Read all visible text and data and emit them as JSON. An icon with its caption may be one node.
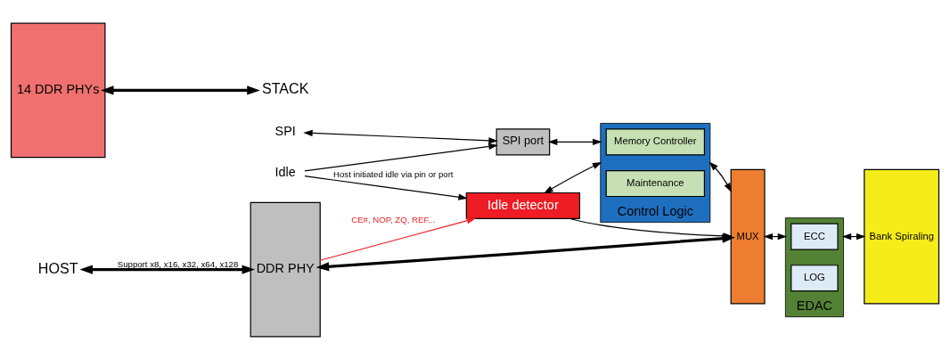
{
  "diagram": {
    "nodes": [
      {
        "text": [
          "Idle"
        ]
      },
      {
        "text": [
          "SPI"
        ]
      },
      {
        "text": [
          "SPI port"
        ]
      },
      {
        "text": [
          "Idle detector"
        ]
      },
      {
        "text": [
          "HOST"
        ]
      },
      {
        "text": [
          "DDR PHY"
        ]
      },
      {
        "text": [
          "Control Logic"
        ]
      },
      {
        "text": [
          "Memory Controller"
        ],
        "in": 6
      },
      {
        "text": [
          "Maintenance"
        ],
        "in": 6
      },
      {
        "text": [
          "MUX"
        ]
      },
      {
        "text": [
          "EDAC"
        ]
      },
      {
        "text": [
          "ECC"
        ],
        "in": 10
      },
      {
        "text": [
          "LOG"
        ],
        "in": 10
      },
      {
        "text": [
          "Bank Spiraling"
        ]
      },
      {
        "text": [
          "14 DDR PHYs"
        ]
      },
      {
        "text": [
          "STACK"
        ]
      }
    ],
    "edges": [
      {
        "from": 0,
        "to": 3,
        "arrow": "to",
        "label": "Host initiated idle via pin or port"
      },
      {
        "from": 0,
        "to": 2,
        "arrow": "to"
      },
      {
        "from": 1,
        "to": 2,
        "arrow": "both"
      },
      {
        "from": 2,
        "to": 6,
        "arrow": "both"
      },
      {
        "from": 5,
        "to": 3,
        "arrow": "to",
        "label": "CE#, NOP, ZQ, REF...",
        "color": "#ee1c24"
      },
      {
        "from": 3,
        "to": 6,
        "arrow": "both"
      },
      {
        "from": 3,
        "to": 9,
        "arrow": "to"
      },
      {
        "from": 4,
        "to": 5,
        "arrow": "both",
        "label": "Support x8, x16, x32, x64, x128",
        "style": "thick"
      },
      {
        "from": 6,
        "to": 9,
        "arrow": "both"
      },
      {
        "from": 5,
        "to": 9,
        "arrow": "both",
        "style": "thick"
      },
      {
        "from": 9,
        "to": 10,
        "arrow": "both"
      },
      {
        "from": 10,
        "to": 13,
        "arrow": "both"
      },
      {
        "from": 14,
        "to": 15,
        "arrow": "both",
        "style": "thick"
      }
    ]
  }
}
